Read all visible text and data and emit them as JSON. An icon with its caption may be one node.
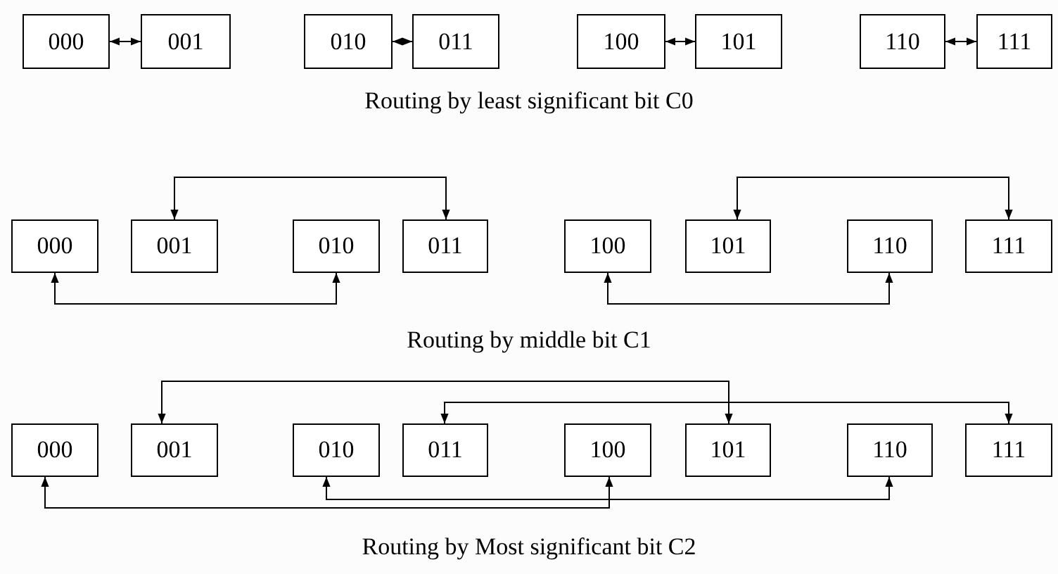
{
  "diagram": {
    "nodes": [
      {
        "text": [
          "000"
        ]
      },
      {
        "text": [
          "001"
        ]
      },
      {
        "text": [
          "010"
        ]
      },
      {
        "text": [
          "011"
        ]
      },
      {
        "text": [
          "100"
        ]
      },
      {
        "text": [
          "101"
        ]
      },
      {
        "text": [
          "110"
        ]
      },
      {
        "text": [
          "111"
        ]
      },
      {
        "text": [
          "000"
        ]
      },
      {
        "text": [
          "001"
        ]
      },
      {
        "text": [
          "010"
        ]
      },
      {
        "text": [
          "011"
        ]
      },
      {
        "text": [
          "100"
        ]
      },
      {
        "text": [
          "101"
        ]
      },
      {
        "text": [
          "110"
        ]
      },
      {
        "text": [
          "111"
        ]
      },
      {
        "text": [
          "000"
        ]
      },
      {
        "text": [
          "001"
        ]
      },
      {
        "text": [
          "010"
        ]
      },
      {
        "text": [
          "011"
        ]
      },
      {
        "text": [
          "100"
        ]
      },
      {
        "text": [
          "101"
        ]
      },
      {
        "text": [
          "110"
        ]
      },
      {
        "text": [
          "111"
        ]
      }
    ],
    "edges": [
      {
        "from": 0,
        "to": 1,
        "arrow": "both"
      },
      {
        "from": 2,
        "to": 3,
        "arrow": "both"
      },
      {
        "from": 4,
        "to": 5,
        "arrow": "both"
      },
      {
        "from": 6,
        "to": 7,
        "arrow": "both"
      },
      {
        "from": 9,
        "to": 11,
        "arrow": "both"
      },
      {
        "from": 8,
        "to": 10,
        "arrow": "both"
      },
      {
        "from": 13,
        "to": 15,
        "arrow": "both"
      },
      {
        "from": 12,
        "to": 14,
        "arrow": "both"
      },
      {
        "from": 17,
        "to": 21,
        "arrow": "both"
      },
      {
        "from": 19,
        "to": 23,
        "arrow": "both"
      },
      {
        "from": 16,
        "to": 20,
        "arrow": "both"
      },
      {
        "from": 18,
        "to": 22,
        "arrow": "both"
      }
    ],
    "labels": [
      "Routing by least significant bit C0",
      "Routing by middle bit C1",
      "Routing by Most significant bit C2"
    ]
  }
}
